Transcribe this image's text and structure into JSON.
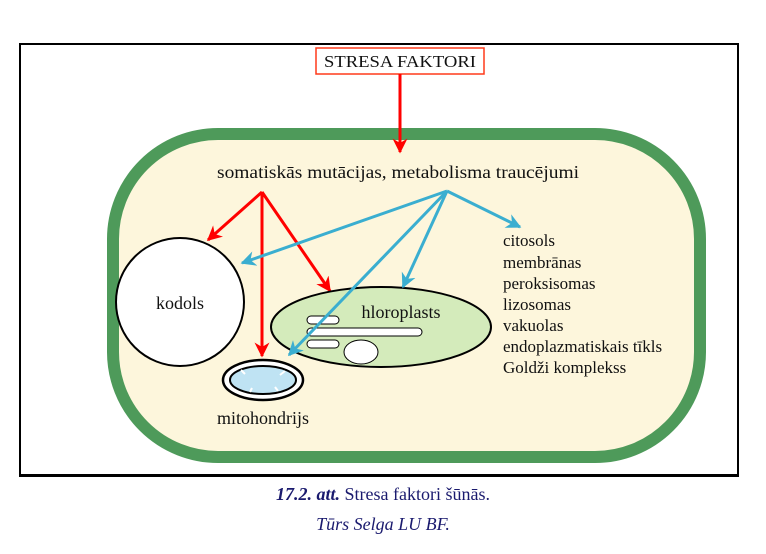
{
  "diagram": {
    "stress_box_label": "STRESA FAKTORI",
    "effects_label": "somatiskās mutācijas, metabolisma traucējumi",
    "nucleus_label": "kodols",
    "chloroplast_label": "hloroplasts",
    "mitochondrion_label": "mitohondrijs",
    "other_organelles": [
      "citosols",
      "membrānas",
      "peroksisomas",
      "lizosomas",
      "vakuolas",
      "endoplazmatiskais tīkls",
      "Goldži komplekss"
    ],
    "colors": {
      "red_arrow": "#ff0000",
      "blue_arrow": "#3aaed0",
      "cell_wall": "#4e9a5a",
      "cytoplasm": "#fdf6dc",
      "chloroplast": "#d4ebbb",
      "mitochondrion_matrix": "#bfe3f3",
      "caption_text": "#1a1a6e"
    }
  },
  "caption": {
    "figure_number": "17.2. att.",
    "text": " Stresa faktori šūnās.",
    "credit": "Tūrs Selga LU BF."
  }
}
